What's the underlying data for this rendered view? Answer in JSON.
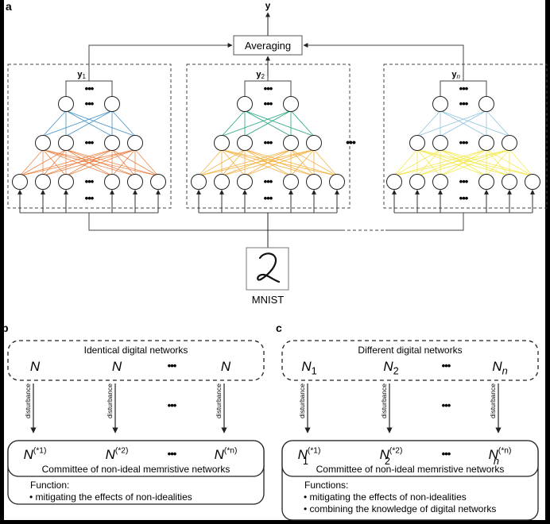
{
  "panel_a": {
    "label": "a",
    "output_label": "y",
    "averaging_label": "Averaging",
    "input_label": "MNIST",
    "input_digit": "2",
    "ellipsis": "•••",
    "networks": [
      {
        "output": "y",
        "output_sub": "1",
        "hidden_color": "#3d8fc4",
        "input_color": "#e8702a"
      },
      {
        "output": "y",
        "output_sub": "2",
        "hidden_color": "#1fa37f",
        "input_color": "#f2a623"
      },
      {
        "output": "y",
        "output_sub": "n",
        "hidden_color": "#8ec3e0",
        "input_color": "#f2e533"
      }
    ]
  },
  "panel_b": {
    "label": "b",
    "top_box_title": "Identical digital networks",
    "top_items": [
      {
        "base": "N",
        "sub": "",
        "sup": ""
      },
      {
        "base": "N",
        "sub": "",
        "sup": ""
      },
      {
        "base": "N",
        "sub": "",
        "sup": ""
      }
    ],
    "arrow_label": "disturbance",
    "bottom_items": [
      {
        "base": "N",
        "sub": "",
        "sup": "(*1)"
      },
      {
        "base": "N",
        "sub": "",
        "sup": "(*2)"
      },
      {
        "base": "N",
        "sub": "",
        "sup": "(*n)"
      }
    ],
    "committee_title": "Committee of non-ideal memristive networks",
    "function_heading": "Function:",
    "function_items": [
      "• mitigating the effects of non-idealities"
    ]
  },
  "panel_c": {
    "label": "c",
    "top_box_title": "Different digital networks",
    "top_items": [
      {
        "base": "N",
        "sub": "1",
        "sup": ""
      },
      {
        "base": "N",
        "sub": "2",
        "sup": ""
      },
      {
        "base": "N",
        "sub": "n",
        "sup": ""
      }
    ],
    "arrow_label": "disturbance",
    "bottom_items": [
      {
        "base": "N",
        "sub": "1",
        "sup": "(*1)"
      },
      {
        "base": "N",
        "sub": "2",
        "sup": "(*2)"
      },
      {
        "base": "N",
        "sub": "n",
        "sup": "(*n)"
      }
    ],
    "committee_title": "Committee of non-ideal memristive networks",
    "function_heading": "Functions:",
    "function_items": [
      "• mitigating the effects of non-idealities",
      "• combining the knowledge of digital networks"
    ]
  }
}
